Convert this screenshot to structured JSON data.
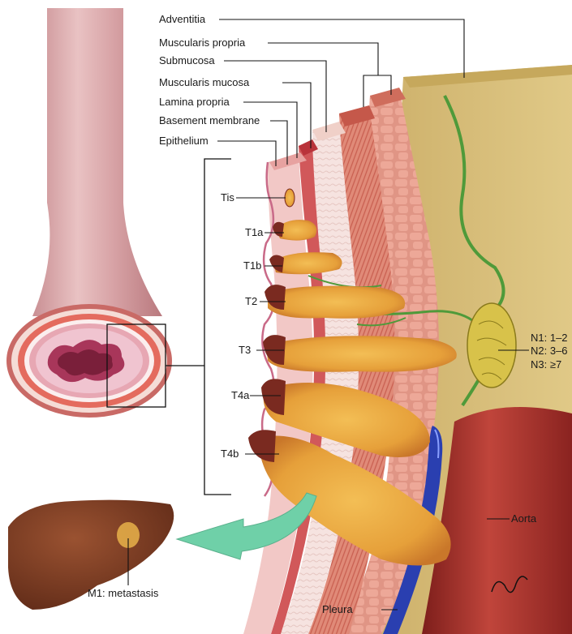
{
  "layers": {
    "adventitia": "Adventitia",
    "muscularis_propria": "Muscularis propria",
    "submucosa": "Submucosa",
    "muscularis_mucosa": "Muscularis mucosa",
    "lamina_propria": "Lamina propria",
    "basement_membrane": "Basement membrane",
    "epithelium": "Epithelium"
  },
  "t_stages": [
    "Tis",
    "T1a",
    "T1b",
    "T2",
    "T3",
    "T4a",
    "T4b"
  ],
  "n_stages": [
    "N1: 1–2",
    "N2: 3–6",
    "N3: ≥7"
  ],
  "structures": {
    "aorta": "Aorta",
    "pleura": "Pleura",
    "metastasis": "M1: metastasis"
  },
  "colors": {
    "tumor": "#e8a33a",
    "tumor_dark": "#7a2a20",
    "mucosa": "#f1c6c4",
    "muscle": "#d9786a",
    "adventitia": "#d8bf78",
    "aorta": "#a5302a",
    "pleura": "#2a3fb0",
    "liver": "#7a3a22",
    "arrow": "#6fd0a8",
    "vessel": "#4f9a3a"
  }
}
